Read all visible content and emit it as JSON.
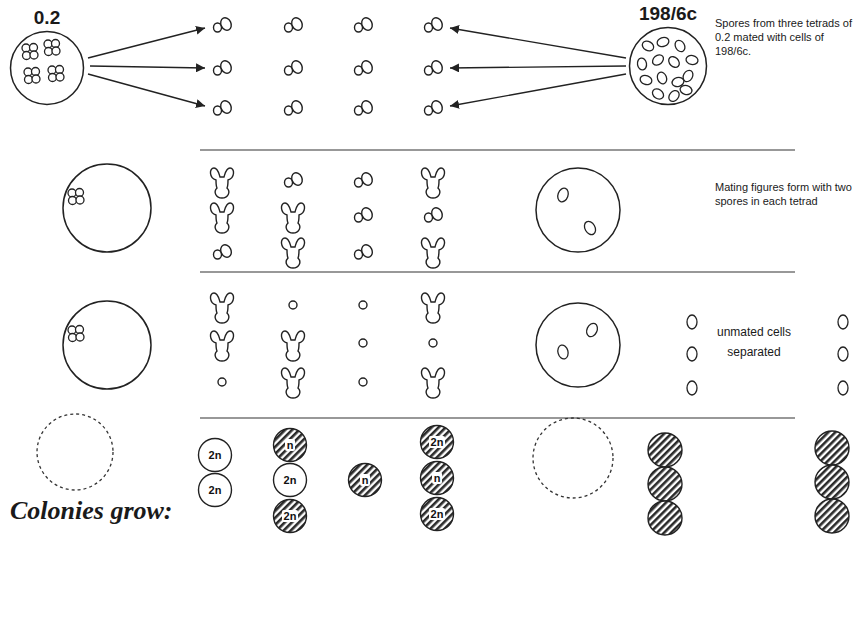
{
  "diagram": {
    "nodes": [
      {
        "text": [
          "0.2"
        ]
      },
      {
        "text": [
          "198/6c"
        ]
      },
      {
        "text": [
          "2n"
        ]
      },
      {
        "text": [
          "2n"
        ]
      },
      {
        "text": [
          "n"
        ]
      },
      {
        "text": [
          "2n"
        ]
      },
      {
        "text": [
          "2n"
        ]
      },
      {
        "text": [
          "n"
        ]
      },
      {
        "text": [
          "2n"
        ]
      },
      {
        "text": [
          "n"
        ]
      },
      {
        "text": [
          "2n"
        ]
      }
    ],
    "labels": [
      "Spores from three tetrads of 0.2 mated with cells of 198/6c.",
      "Mating figures form with two spores in each tetrad",
      "unmated cells separated",
      "Colonies grow:"
    ]
  }
}
